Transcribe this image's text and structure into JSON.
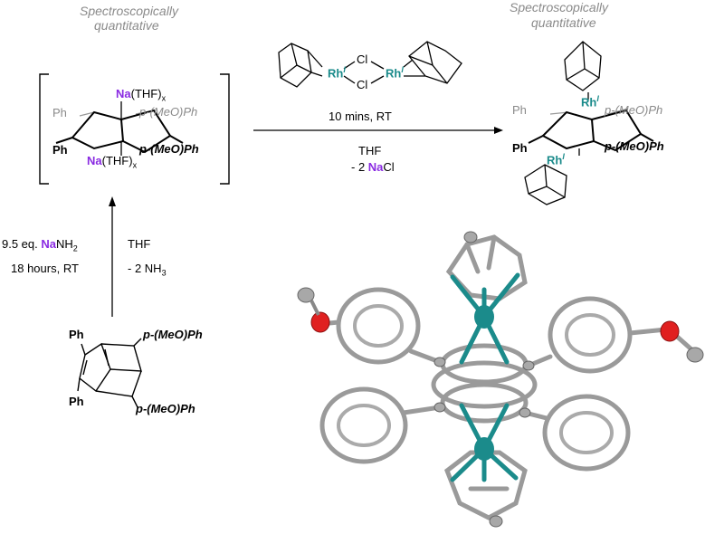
{
  "labels": {
    "spectro_left_1": "Spectroscopically",
    "spectro_left_2": "quantitative",
    "spectro_right_1": "Spectroscopically",
    "spectro_right_2": "quantitative",
    "cond_time": "10 mins, RT",
    "cond_solvent": "THF",
    "cond_byproduct_prefix": "- 2 ",
    "cond_byproduct_na": "Na",
    "cond_byproduct_suffix": "Cl",
    "vert_eq_prefix": "9.5 eq. ",
    "vert_eq_na": "Na",
    "vert_eq_suffix": "NH",
    "vert_eq_sub": "2",
    "vert_time": "18 hours, RT",
    "vert_solvent": "THF",
    "vert_byproduct": "- 2 NH",
    "vert_byproduct_sub": "3"
  },
  "reagent": {
    "rh1": "Rh",
    "rh1_ox": "I",
    "rh2": "Rh",
    "rh2_ox": "I",
    "cl1": "Cl",
    "cl2": "Cl"
  },
  "left_complex": {
    "na_top": "Na",
    "na_top_lig": "(THF)",
    "na_top_sub": "x",
    "na_bot": "Na",
    "na_bot_lig": "(THF)",
    "na_bot_sub": "x",
    "ph_back": "Ph",
    "pmeo_back": "p-(MeO)Ph",
    "ph_front": "Ph",
    "pmeo_front": "p-(MeO)Ph"
  },
  "product": {
    "rh_top": "Rh",
    "rh_top_ox": "I",
    "rh_bot": "Rh",
    "rh_bot_ox": "I",
    "ph_back": "Ph",
    "pmeo_back": "p-(MeO)Ph",
    "ph_front": "Ph",
    "pmeo_front": "p-(MeO)Ph"
  },
  "starting_material": {
    "ph_top": "Ph",
    "ph_bottom": "Ph",
    "pmeo_top": "p-(MeO)Ph",
    "pmeo_bottom": "p-(MeO)Ph"
  },
  "colors": {
    "sodium": "#8a2be2",
    "rhodium": "#1b8b8b",
    "oxygen": "#e02020",
    "carbon": "#a8a8a8"
  }
}
